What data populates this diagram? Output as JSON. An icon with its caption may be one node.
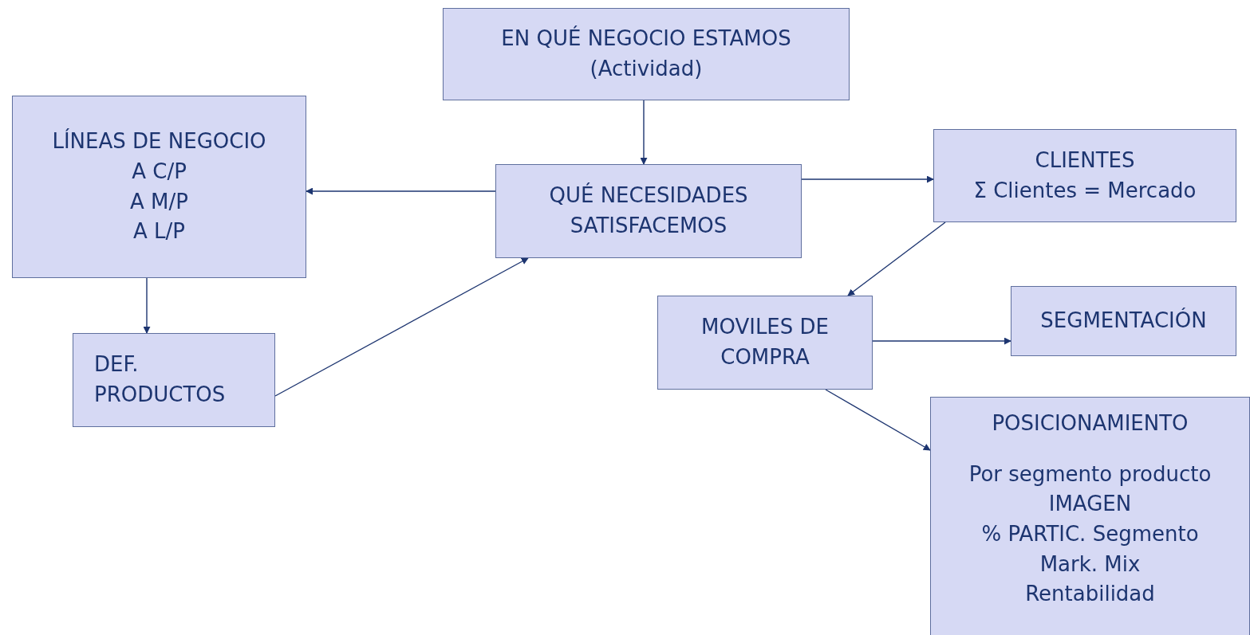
{
  "diagram": {
    "nodes": [
      {
        "text": [
          "EN QUÉ NEGOCIO ESTAMOS",
          "(Actividad)"
        ]
      },
      {
        "text": [
          "LÍNEAS DE NEGOCIO",
          "A C/P",
          "A M/P",
          "A L/P"
        ]
      },
      {
        "text": [
          "QUÉ NECESIDADES SATISFACEMOS"
        ]
      },
      {
        "text": [
          "CLIENTES",
          "Σ Clientes = Mercado"
        ]
      },
      {
        "text": [
          "DEF. PRODUCTOS"
        ]
      },
      {
        "text": [
          "MOVILES DE COMPRA"
        ]
      },
      {
        "text": [
          "SEGMENTACIÓN"
        ]
      },
      {
        "text": [
          "POSICIONAMIENTO",
          "Por segmento producto",
          "IMAGEN",
          "% PARTIC. Segmento",
          "Mark. Mix",
          "Rentabilidad"
        ]
      }
    ],
    "edges": [
      {
        "from": 0,
        "to": 2,
        "arrow": "to"
      },
      {
        "from": 2,
        "to": 1,
        "arrow": "to"
      },
      {
        "from": 1,
        "to": 4,
        "arrow": "to"
      },
      {
        "from": 4,
        "to": 2,
        "arrow": "to"
      },
      {
        "from": 2,
        "to": 3,
        "arrow": "to"
      },
      {
        "from": 3,
        "to": 5,
        "arrow": "to"
      },
      {
        "from": 5,
        "to": 6,
        "arrow": "to"
      },
      {
        "from": 5,
        "to": 7,
        "arrow": "to"
      }
    ]
  }
}
